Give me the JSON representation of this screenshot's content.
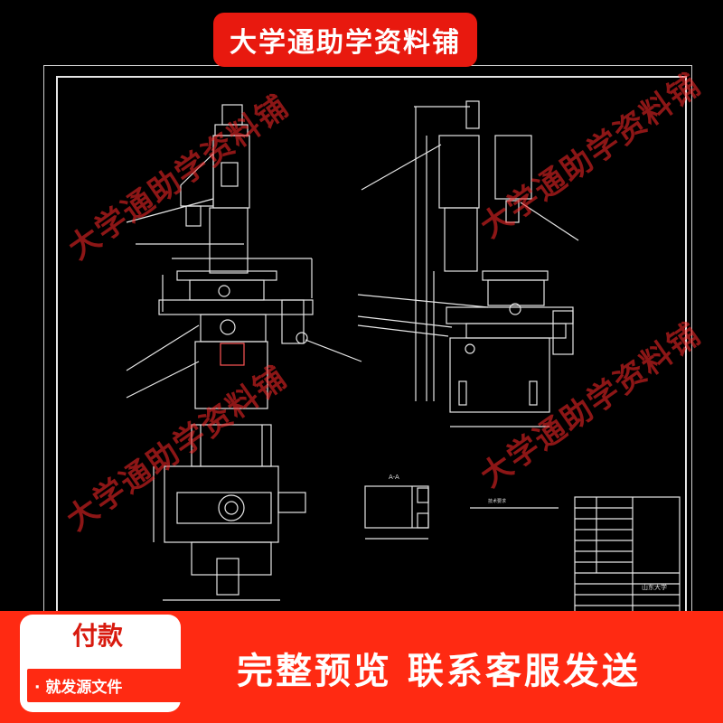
{
  "banner": {
    "title": "大学通助学资料铺"
  },
  "watermarks": [
    "大学通助学资料铺",
    "大学通助学资料铺",
    "大学通助学资料铺",
    "大学通助学资料铺"
  ],
  "payment": {
    "title": "付款",
    "subtitle": "· 就发源文件"
  },
  "footer": {
    "text": "完整预览 联系客服发送"
  },
  "drawing": {
    "section_label": "A-A",
    "notes_title": "技术要求",
    "title_block": {
      "school": "山东大学"
    }
  },
  "colors": {
    "banner": "#e8190f",
    "footer": "#ff2a12",
    "background": "#000000",
    "lines": "#e6e6e6"
  }
}
